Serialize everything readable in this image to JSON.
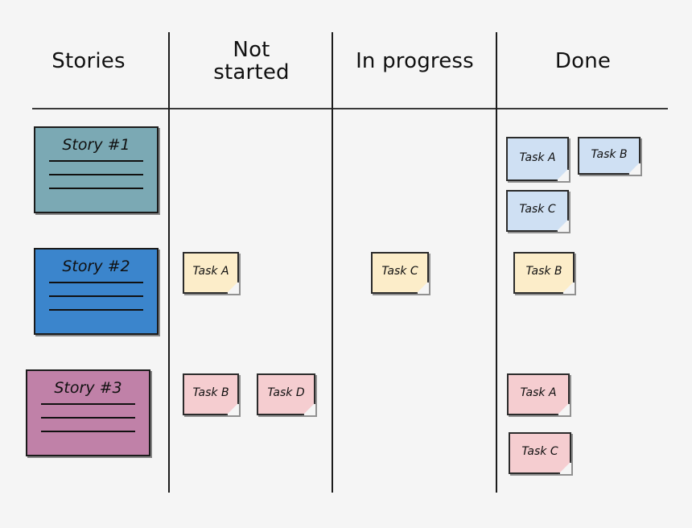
{
  "board": {
    "background_color": "#f5f5f5",
    "line_color": "#1c1c1c"
  },
  "columns": [
    {
      "id": "stories",
      "label_line1": "Stories",
      "label_line2": ""
    },
    {
      "id": "not-started",
      "label_line1": "Not",
      "label_line2": "started"
    },
    {
      "id": "in-progress",
      "label_line1": "In progress",
      "label_line2": ""
    },
    {
      "id": "done",
      "label_line1": "Done",
      "label_line2": ""
    }
  ],
  "stories": [
    {
      "id": "story-1",
      "title": "Story #1",
      "color": "#7ba9b4",
      "lines": 3
    },
    {
      "id": "story-2",
      "title": "Story #2",
      "color": "#3b85cc",
      "lines": 3
    },
    {
      "id": "story-3",
      "title": "Story #3",
      "color": "#c081a8",
      "lines": 3
    }
  ],
  "colors": {
    "note_blue": "#cfe0f3",
    "note_yellow": "#fcedc9",
    "note_pink": "#f5cdd0"
  },
  "notes": {
    "row1": {
      "not_started": [],
      "in_progress": [],
      "done": [
        {
          "label": "Task A",
          "color": "#cfe0f3"
        },
        {
          "label": "Task B",
          "color": "#cfe0f3"
        },
        {
          "label": "Task C",
          "color": "#cfe0f3"
        }
      ]
    },
    "row2": {
      "not_started": [
        {
          "label": "Task A",
          "color": "#fcedc9"
        }
      ],
      "in_progress": [
        {
          "label": "Task C",
          "color": "#fcedc9"
        }
      ],
      "done": [
        {
          "label": "Task B",
          "color": "#fcedc9"
        }
      ]
    },
    "row3": {
      "not_started": [
        {
          "label": "Task B",
          "color": "#f5cdd0"
        },
        {
          "label": "Task D",
          "color": "#f5cdd0"
        }
      ],
      "in_progress": [],
      "done": [
        {
          "label": "Task A",
          "color": "#f5cdd0"
        },
        {
          "label": "Task C",
          "color": "#f5cdd0"
        }
      ]
    }
  }
}
